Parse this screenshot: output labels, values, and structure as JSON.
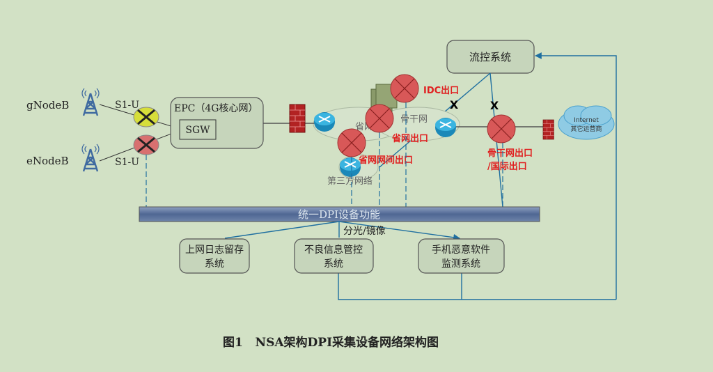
{
  "nodes": {
    "flow_control": "流控系统",
    "gnodeb": "gNodeB",
    "enodeb": "eNodeB",
    "s1u_top": "S1-U",
    "s1u_bottom": "S1-U",
    "epc": "EPC（4G核心网）",
    "sgw": "SGW",
    "provincial_net": "省网",
    "backbone_net": "骨干网",
    "third_party_net": "第三方网络",
    "internet_line1": "Internet",
    "internet_line2": "其它运营商"
  },
  "exits": {
    "idc": "IDC出口",
    "provincial": "省网出口",
    "provincial_inter": "省网网间出口",
    "backbone_line1": "骨干网出口",
    "backbone_line2": "/国际出口"
  },
  "dpi_bar": "统一DPI设备功能",
  "split_label": "分光/镜像",
  "systems": [
    {
      "line1": "上网日志留存",
      "line2": "系统"
    },
    {
      "line1": "不良信息管控",
      "line2": "系统"
    },
    {
      "line1": "手机恶意软件",
      "line2": "监测系统"
    }
  ],
  "caption": "图1   NSA架构DPI采集设备网络架构图",
  "colors": {
    "background": "#d2e1c5",
    "exit_red": "#e02020",
    "link_blue": "#1f6fa0"
  }
}
